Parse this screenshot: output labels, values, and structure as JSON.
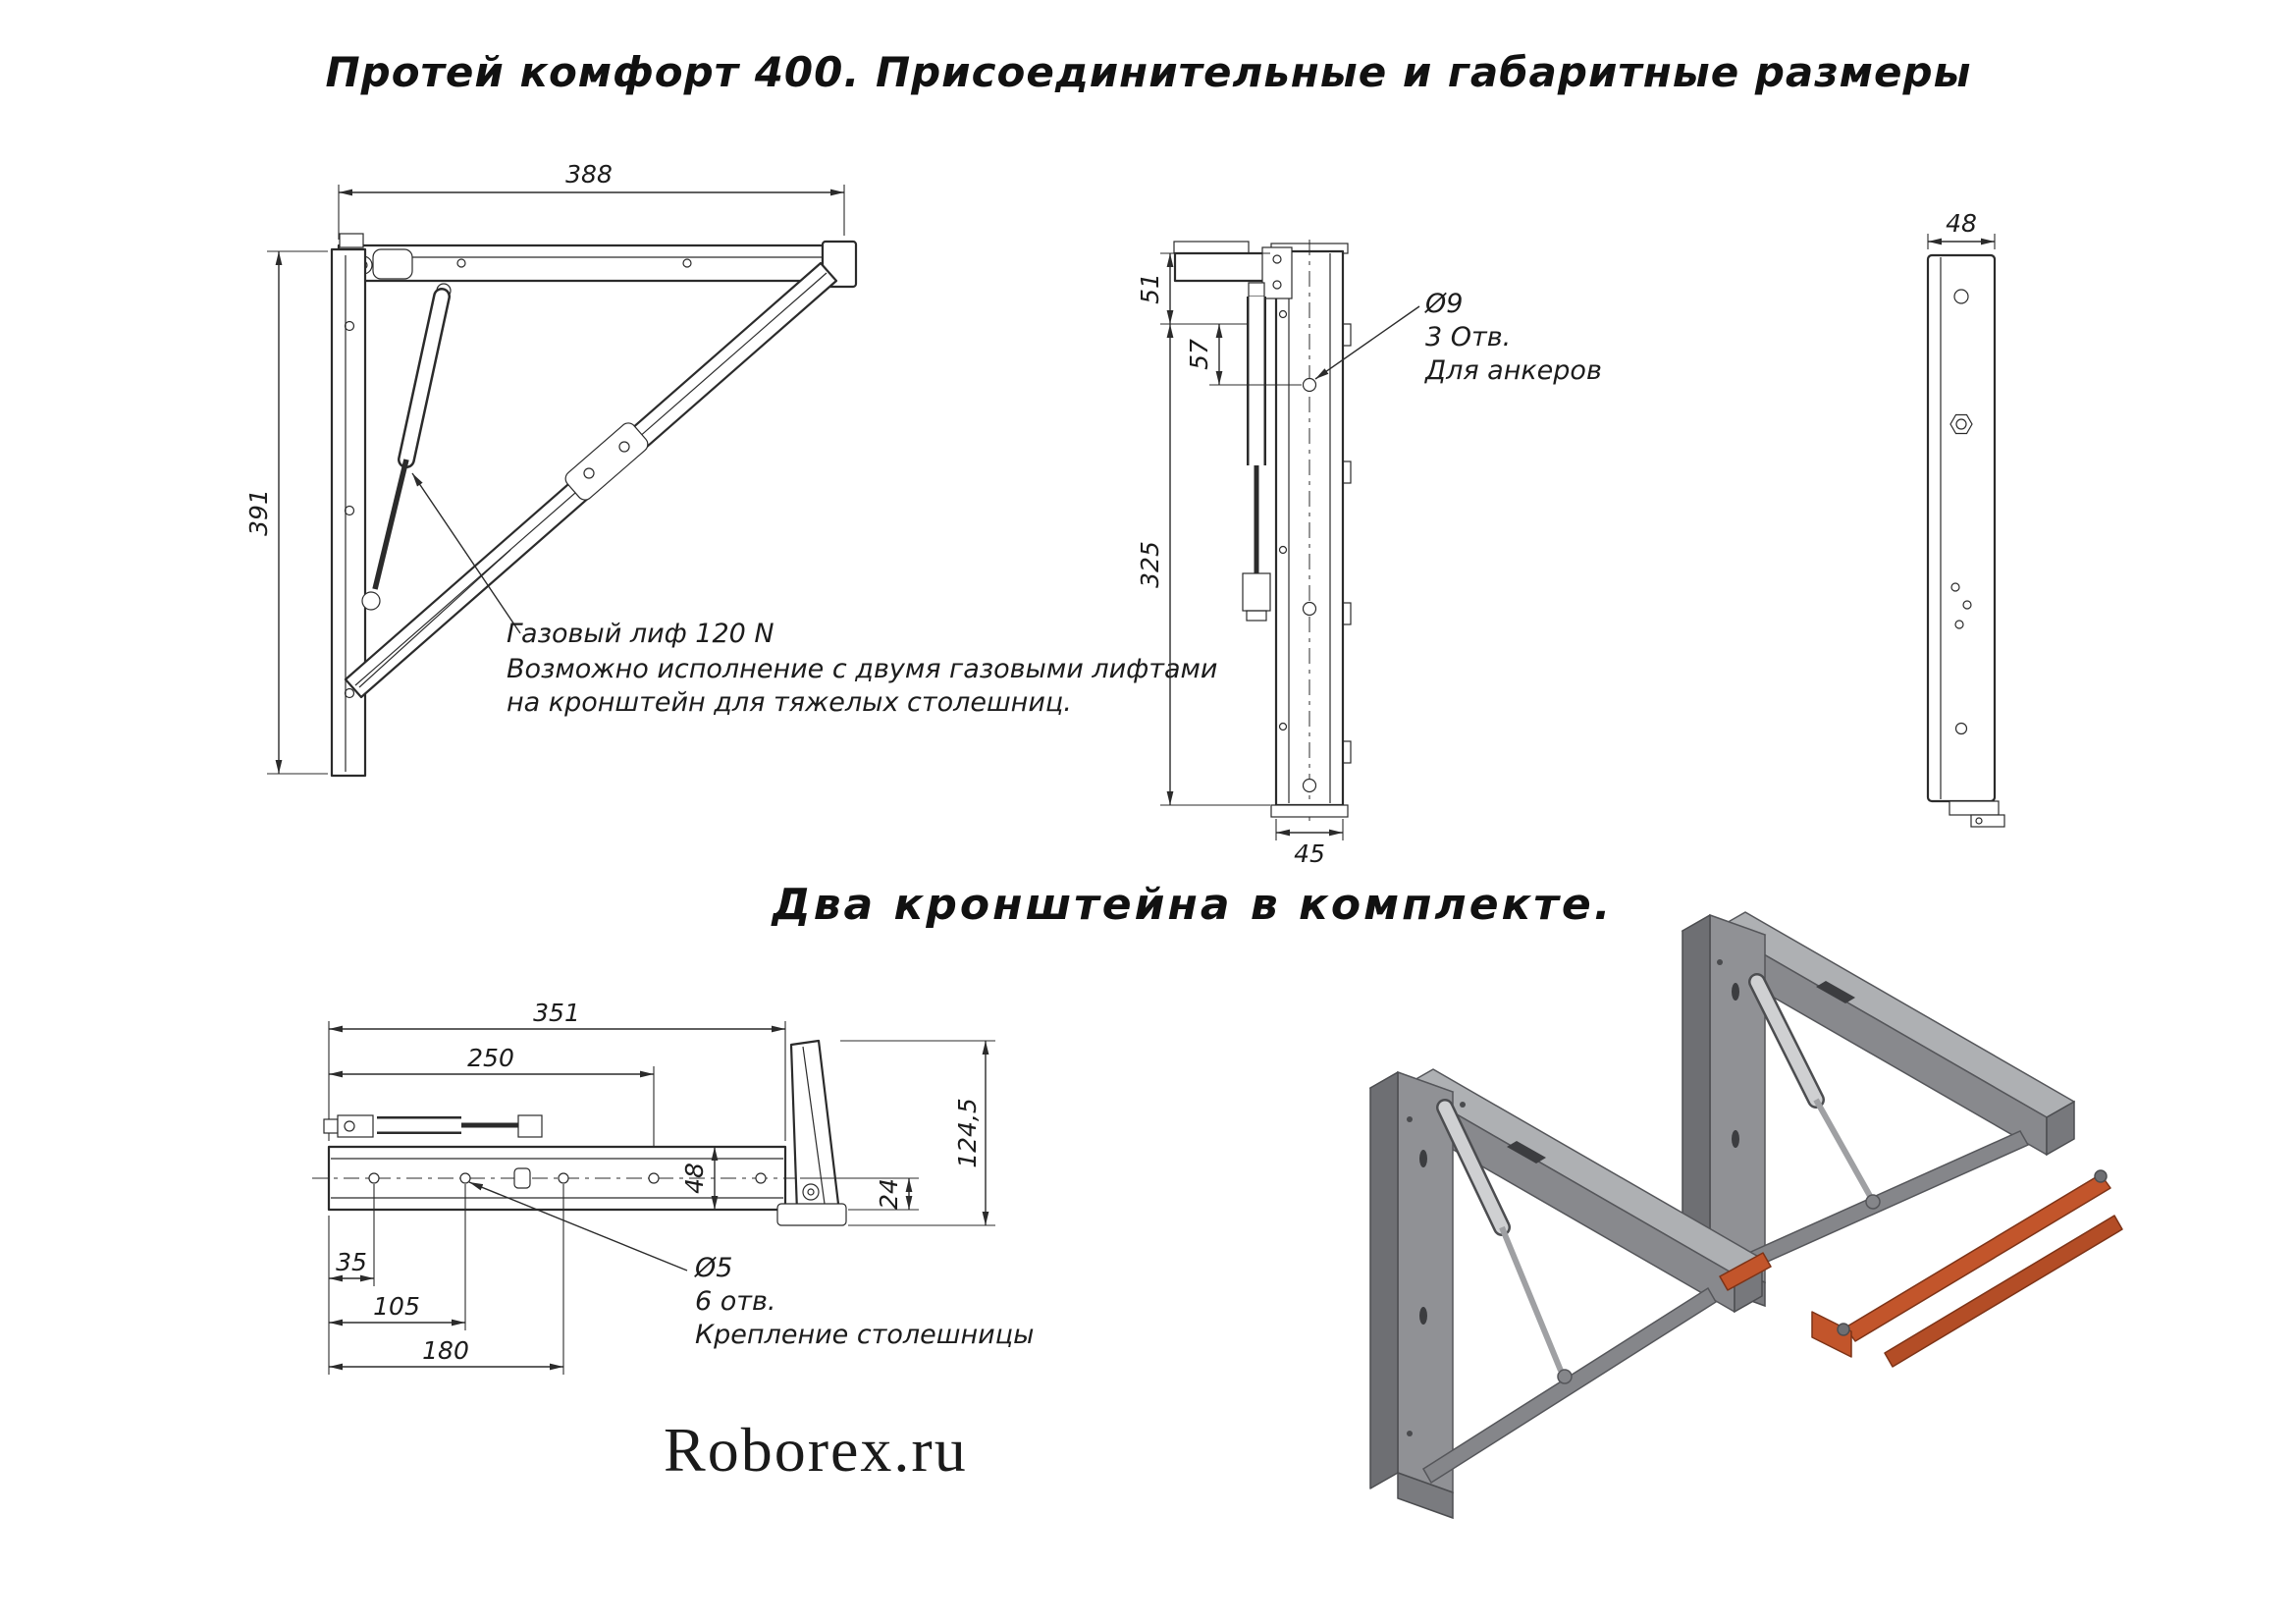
{
  "header": {
    "title": "Протей комфорт 400. Присоединительные и габаритные размеры"
  },
  "middle": {
    "subtitle": "Два кронштейна в комплекте."
  },
  "brand": {
    "logo": "Roborex.ru"
  },
  "side_view": {
    "dim_width": "388",
    "dim_height": "391",
    "note1": "Газовый лиф 120 N",
    "note2": "Возможно исполнение с двумя газовыми лифтами",
    "note3": "на кронштейн для тяжелых столешниц."
  },
  "front_view": {
    "dim_top": "51",
    "dim_to_hole": "57",
    "dim_span": "325",
    "dim_depth": "45",
    "hole_note1": "Ø9",
    "hole_note2": "3 Отв.",
    "hole_note3": "Для анкеров"
  },
  "profile_view": {
    "dim_width": "48"
  },
  "folded_view": {
    "dim_length": "351",
    "dim_to_hole": "250",
    "dim_total_height": "124,5",
    "dim_bar_height": "48",
    "dim_offset": "24",
    "dim_a": "35",
    "dim_b": "105",
    "dim_c": "180",
    "hole_note1": "Ø5",
    "hole_note2": "6 отв.",
    "hole_note3": "Крепление столешницы"
  }
}
